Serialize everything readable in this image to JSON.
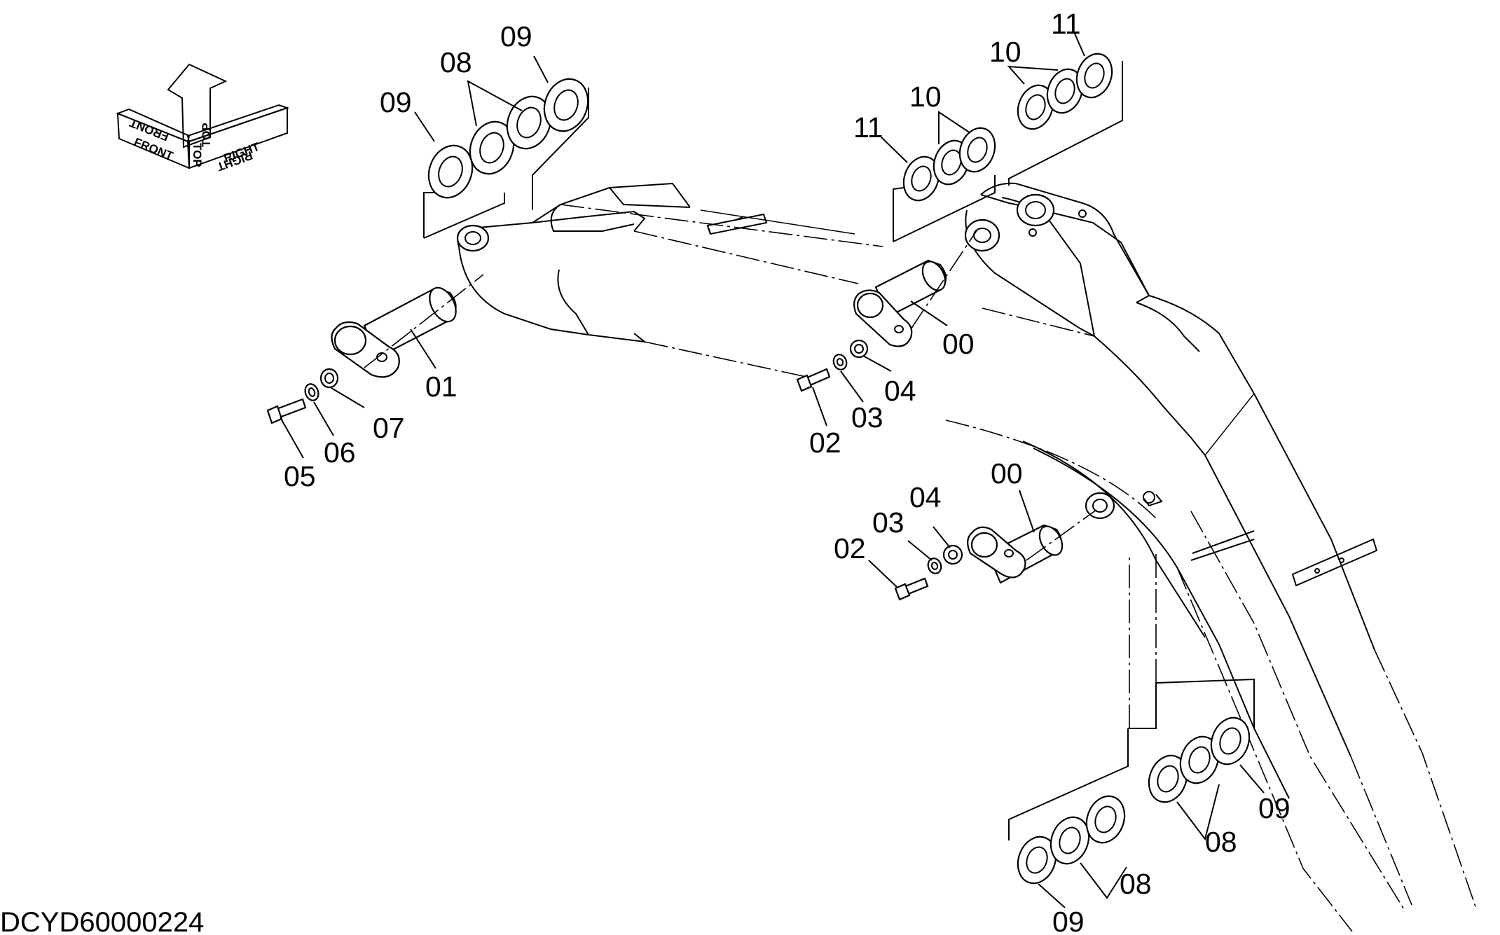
{
  "drawing_code": "DCYD60000224",
  "orientation": {
    "front": "FRONT",
    "top": "TOP",
    "right": "RIGHT"
  },
  "part_numbers": {
    "p00": "00",
    "p01": "01",
    "p02": "02",
    "p03": "03",
    "p04": "04",
    "p05": "05",
    "p06": "06",
    "p07": "07",
    "p08": "08",
    "p09": "09",
    "p10": "10",
    "p11": "11"
  }
}
